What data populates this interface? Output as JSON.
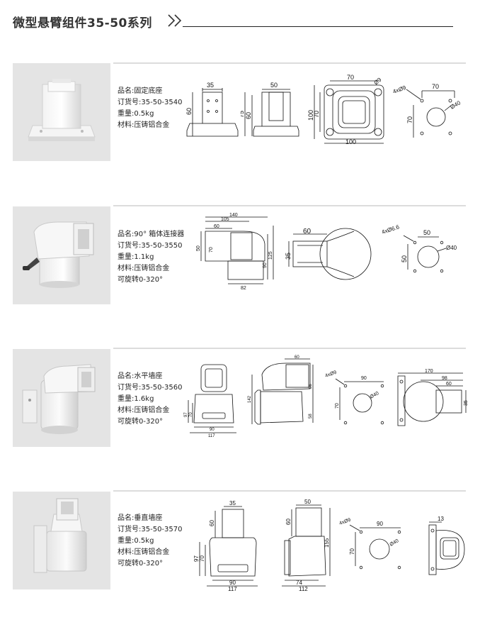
{
  "page": {
    "title": "微型悬臂组件35-50系列"
  },
  "products": [
    {
      "name": "品名:固定底座",
      "order": "订货号:35-50-3540",
      "weight": "重量:0.5kg",
      "material": "材料:压铸铝合金",
      "dims": {
        "front_w": "35",
        "front_h": "60",
        "side_w": "50",
        "side_h1": "75",
        "side_h2": "60",
        "top_w": "70",
        "top_hole": "Ø9",
        "top_h1": "100",
        "top_h2": "70",
        "top_bw": "100",
        "pat_holes": "4xØ9",
        "pat_w": "70",
        "pat_h": "70",
        "pat_d": "Ø40"
      }
    },
    {
      "name": "品名:90° 箱体连接器",
      "order": "订货号:35-50-3550",
      "weight": "重量:1.1kg",
      "material": "材料:压铸铝合金",
      "rotation": "可旋转0-320°",
      "dims": {
        "d140": "140",
        "d105": "105",
        "d60": "60",
        "d50": "50",
        "d70": "70",
        "d90": "90",
        "d125": "125",
        "d82": "82",
        "mid_w": "60",
        "mid_h": "35",
        "pat_holes": "4xØ6.6",
        "pat_w": "50",
        "pat_h": "50",
        "pat_d": "Ø40"
      }
    },
    {
      "name": "品名:水平墙座",
      "order": "订货号:35-50-3560",
      "weight": "重量:1.6kg",
      "material": "材料:压铸铝合金",
      "rotation": "可旋转0-320°",
      "dims": {
        "f97": "97",
        "f70": "70",
        "f90": "90",
        "f117": "117",
        "s60": "60",
        "s142": "142",
        "s86": "86",
        "s58": "58",
        "pat_holes": "4xØ9",
        "pat_w": "90",
        "pat_h": "70",
        "pat_d": "Ø40",
        "r170": "170",
        "r98": "98",
        "r60": "60",
        "r35": "35"
      }
    },
    {
      "name": "品名:垂直墙座",
      "order": "订货号:35-50-3570",
      "weight": "重量:0.5kg",
      "material": "材料:压铸铝合金",
      "rotation": "可旋转0-320°",
      "dims": {
        "f35": "35",
        "f60": "60",
        "f97": "97",
        "f70": "70",
        "f90": "90",
        "f117": "117",
        "s50": "50",
        "s60": "60",
        "s155": "155",
        "s74": "74",
        "s112": "112",
        "pat_holes": "4xØ9",
        "pat_w": "90",
        "pat_h": "70",
        "pat_d": "Ø40",
        "r13": "13"
      }
    }
  ]
}
